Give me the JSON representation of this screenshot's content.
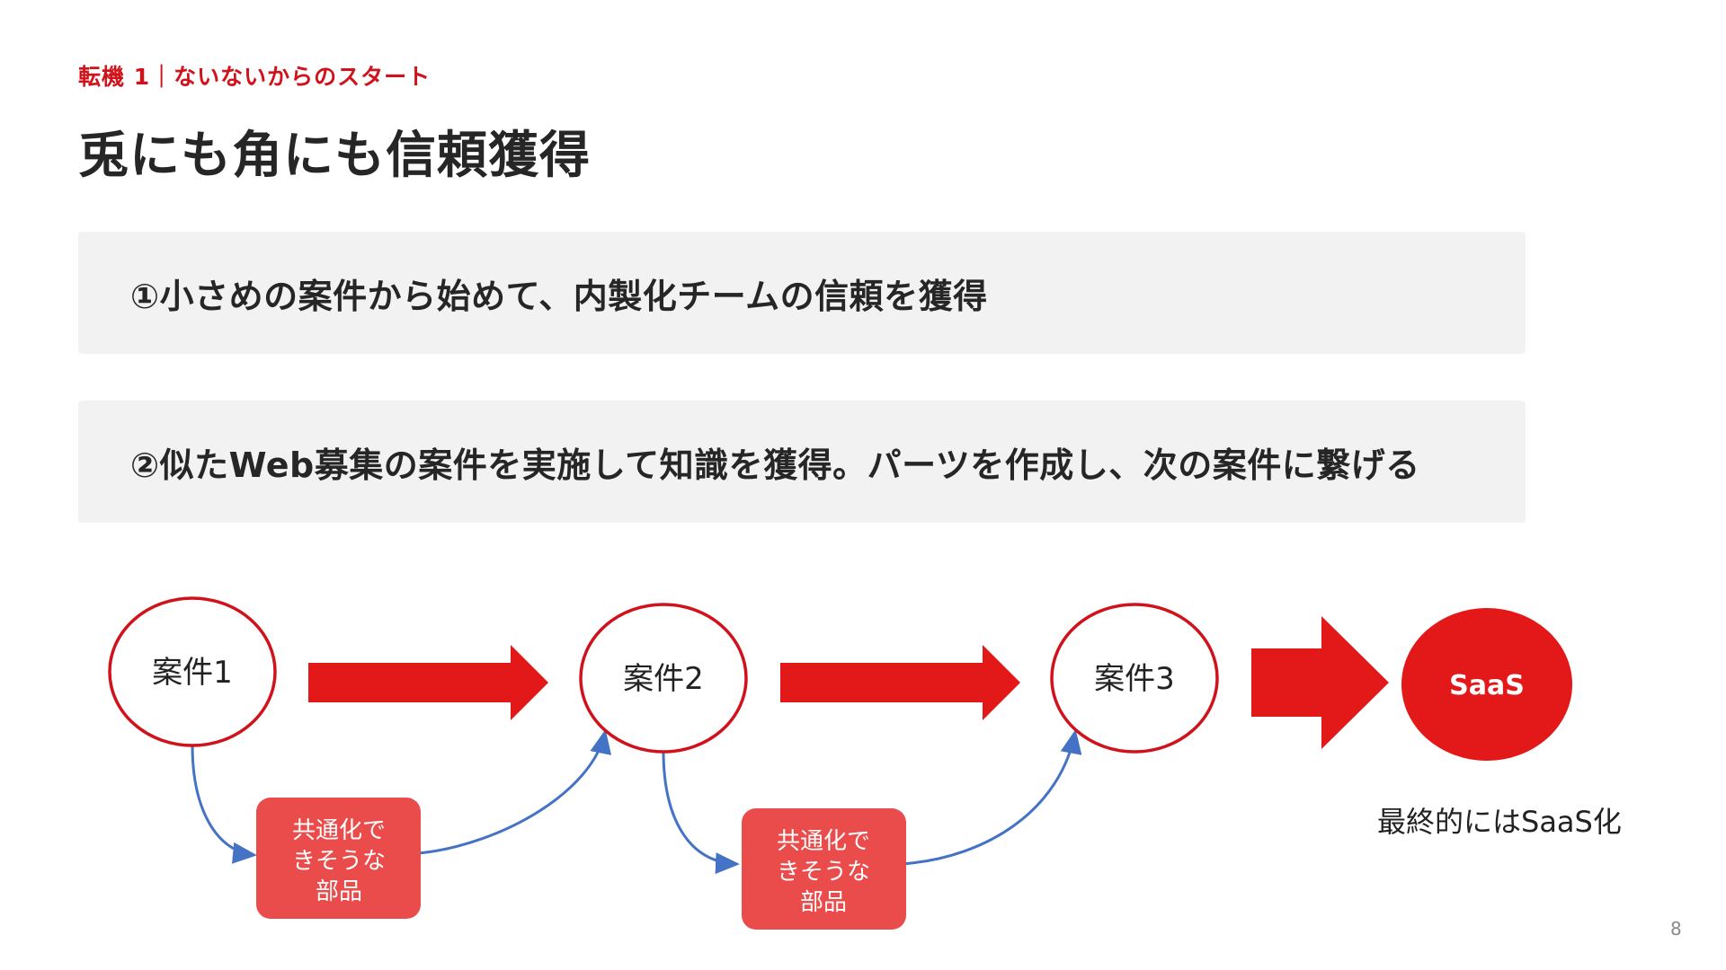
{
  "header": {
    "eyebrow": "転機 1｜ないないからのスタート",
    "title": "兎にも角にも信頼獲得"
  },
  "points": [
    {
      "text": "①小さめの案件から始めて、内製化チームの信頼を獲得"
    },
    {
      "text": "②似たWeb募集の案件を実施して知識を獲得。パーツを作成し、次の案件に繋げる"
    }
  ],
  "flow": {
    "projects": [
      "案件1",
      "案件2",
      "案件3"
    ],
    "saas_label": "SaaS",
    "parts": [
      [
        "共通化で",
        "きそうな",
        "部品"
      ],
      [
        "共通化で",
        "きそうな",
        "部品"
      ]
    ],
    "caption": "最終的にはSaaS化"
  },
  "colors": {
    "accent": "#d0121b",
    "arrow": "#e31818",
    "parts_box": "#ea4c4c",
    "connector": "#4472c4",
    "panel": "#f2f2f2"
  },
  "page_number": "8"
}
